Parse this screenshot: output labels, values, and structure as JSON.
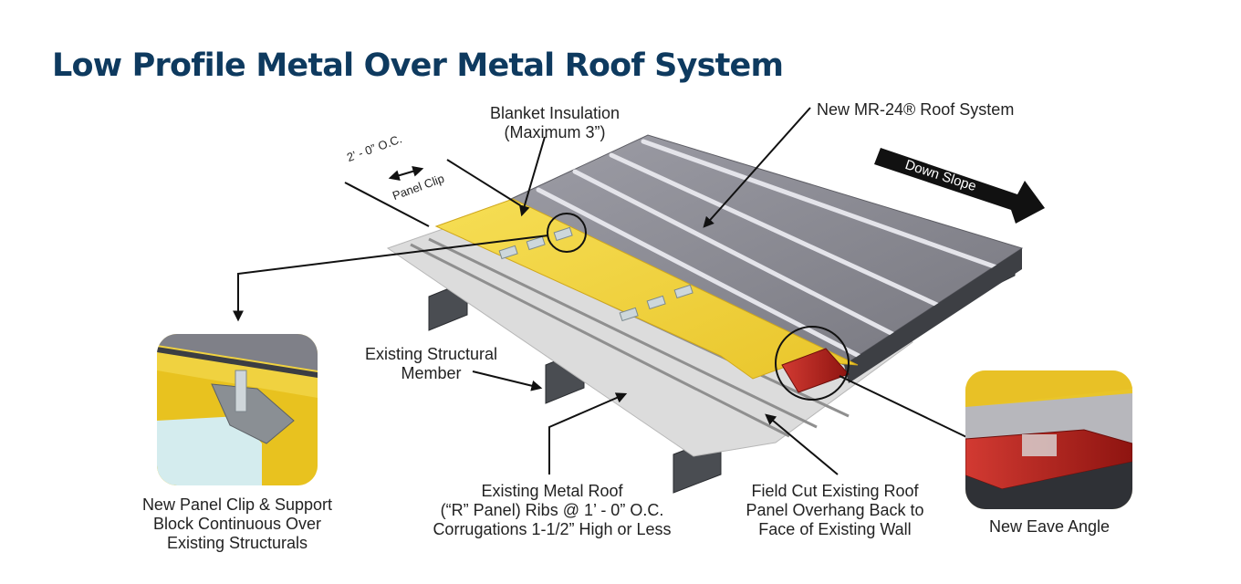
{
  "title": "Low Profile Metal Over Metal Roof System",
  "labels": {
    "blanket_insulation": [
      "Blanket Insulation",
      "(Maximum 3”)"
    ],
    "new_roof_system": "New MR-24® Roof System",
    "existing_structural_member": [
      "Existing Structural",
      "Member"
    ],
    "existing_metal_roof": [
      "Existing Metal Roof",
      "(“R” Panel) Ribs @ 1’ - 0” O.C.",
      "Corrugations 1-1/2” High or Less"
    ],
    "field_cut": [
      "Field Cut Existing Roof",
      "Panel Overhang Back to",
      "Face of Existing Wall"
    ],
    "panel_clip_support": [
      "New Panel Clip & Support",
      "Block Continuous Over",
      "Existing Structurals"
    ],
    "new_eave_angle": "New Eave Angle",
    "spacing": "2’ - 0” O.C.",
    "panel_clip": "Panel Clip",
    "down_slope": "Down Slope"
  },
  "colors": {
    "title": "#0e3a5f",
    "insulation": "#f2d43a",
    "metal_panel": "#8e8e96",
    "existing_roof": "#d9d9d9",
    "eave_angle": "#b31b1b"
  }
}
